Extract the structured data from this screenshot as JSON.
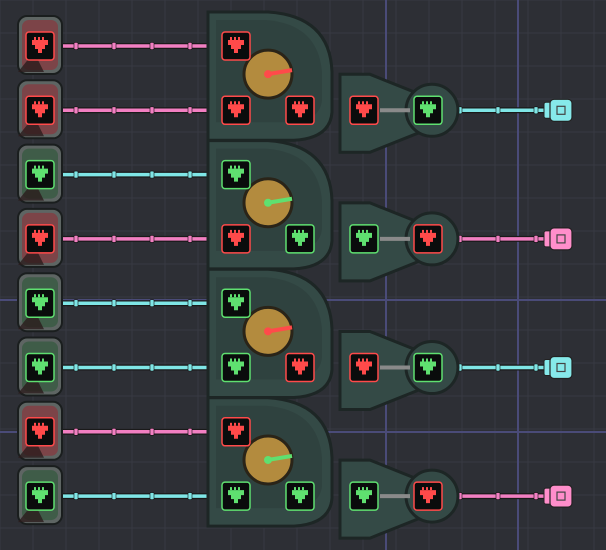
{
  "palette": {
    "background": "#2d2f35",
    "grid_minor": "#383a42",
    "grid_major": "#4a4b78",
    "module_fill": "#344a46",
    "module_stroke": "#1d2625",
    "module_inner": "#2b3d3a",
    "on": "#5fe070",
    "off": "#ff4a4a",
    "wire_on": "#7fe6e6",
    "wire_off": "#f27fc2",
    "dial": "#b38b3e",
    "connector_on": "#86e9ea",
    "connector_off": "#ff8ecb"
  },
  "inputs": [
    {
      "row": 1,
      "state": "off",
      "icon": "ethernet-port-icon"
    },
    {
      "row": 2,
      "state": "off",
      "icon": "ethernet-port-icon"
    },
    {
      "row": 3,
      "state": "on",
      "icon": "ethernet-port-icon"
    },
    {
      "row": 4,
      "state": "off",
      "icon": "ethernet-port-icon"
    },
    {
      "row": 5,
      "state": "on",
      "icon": "ethernet-port-icon"
    },
    {
      "row": 6,
      "state": "on",
      "icon": "ethernet-port-icon"
    },
    {
      "row": 7,
      "state": "off",
      "icon": "ethernet-port-icon"
    },
    {
      "row": 8,
      "state": "on",
      "icon": "ethernet-port-icon"
    }
  ],
  "gates": [
    {
      "in_a": "off",
      "in_b": "off",
      "out": "off",
      "buffer_in": "off",
      "buffer_out": "on",
      "wire": "on",
      "connector": "on"
    },
    {
      "in_a": "on",
      "in_b": "off",
      "out": "on",
      "buffer_in": "on",
      "buffer_out": "off",
      "wire": "off",
      "connector": "off"
    },
    {
      "in_a": "on",
      "in_b": "on",
      "out": "off",
      "buffer_in": "off",
      "buffer_out": "on",
      "wire": "on",
      "connector": "on"
    },
    {
      "in_a": "off",
      "in_b": "on",
      "out": "on",
      "buffer_in": "on",
      "buffer_out": "off",
      "wire": "off",
      "connector": "off"
    }
  ]
}
